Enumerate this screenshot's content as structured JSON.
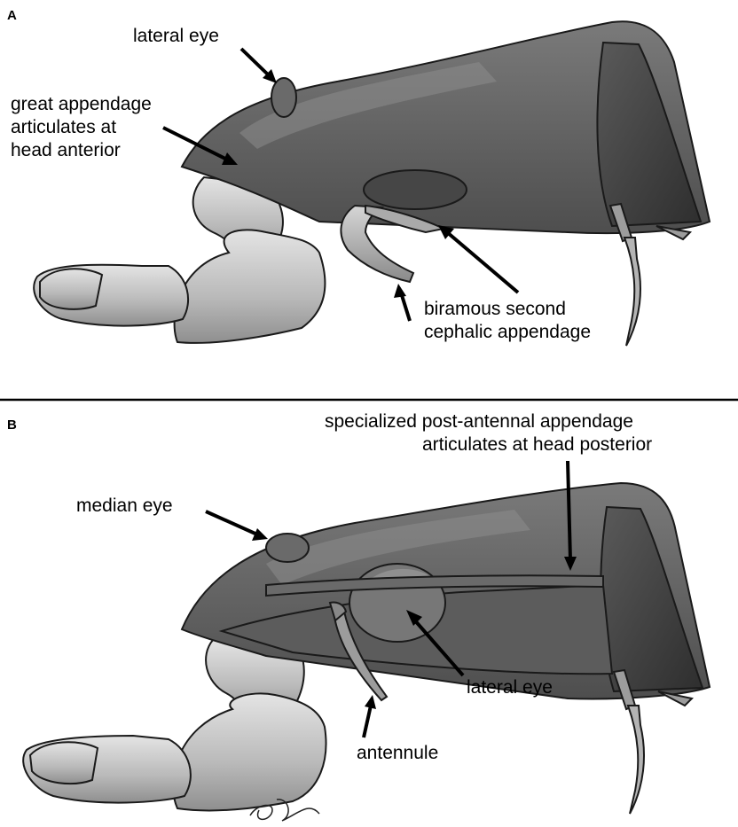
{
  "panels": [
    {
      "letter": "A",
      "labels": {
        "lateral_eye": "lateral eye",
        "great_appendage": [
          "great appendage",
          "articulates at",
          "head anterior"
        ],
        "biramous": [
          "biramous second",
          "cephalic appendage"
        ]
      }
    },
    {
      "letter": "B",
      "labels": {
        "specialized": [
          "specialized post-antennal appendage",
          "articulates at head posterior"
        ],
        "median_eye": "median eye",
        "lateral_eye": "lateral eye",
        "antennule": "antennule"
      }
    }
  ]
}
